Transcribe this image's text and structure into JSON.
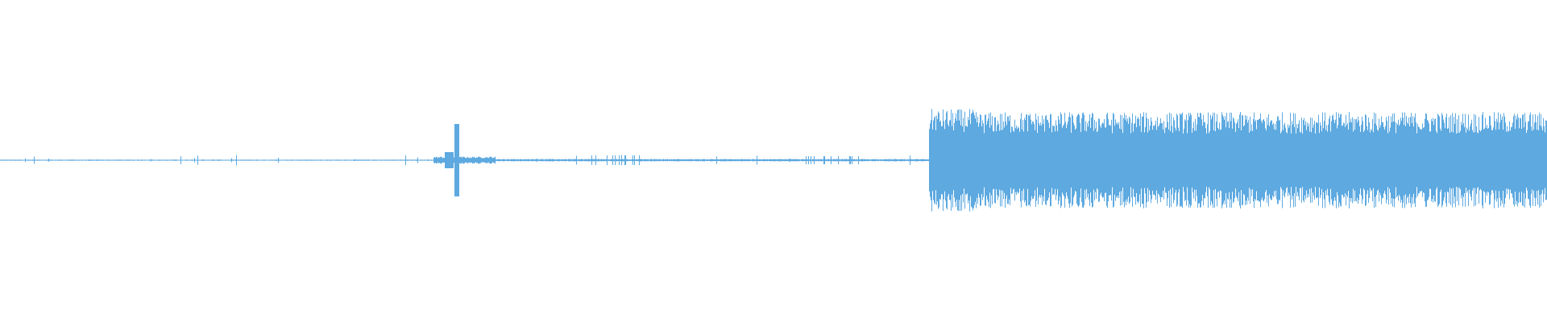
{
  "waveform": {
    "color": "#5DA9E0",
    "background": "#FFFFFF",
    "segments": [
      {
        "from": 0.0,
        "to": 0.28,
        "amp": 0.01
      },
      {
        "from": 0.28,
        "to": 0.32,
        "amp": 0.06,
        "spike": 0.5
      },
      {
        "from": 0.32,
        "to": 0.6,
        "amp": 0.02
      },
      {
        "from": 0.6,
        "to": 0.63,
        "amp": 0.85
      },
      {
        "from": 0.63,
        "to": 1.0,
        "amp": 0.8
      }
    ]
  }
}
